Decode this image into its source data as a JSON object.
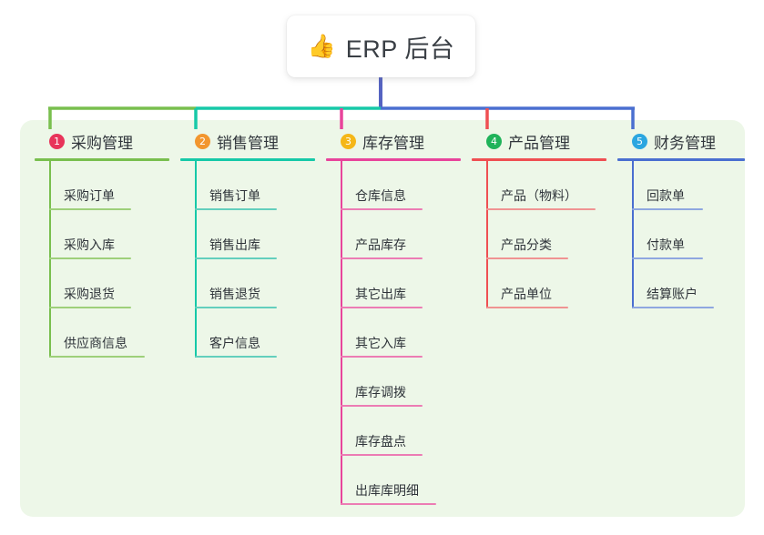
{
  "root": {
    "icon": "thumbs-up-icon",
    "icon_glyph": "👍",
    "title": "ERP 后台"
  },
  "theme": {
    "page_background": "#ffffff",
    "panel_background": "#edf7e8",
    "root_text": "#3a3f45",
    "trunk_color": "#5563c1"
  },
  "columns": [
    {
      "number": "1",
      "title": "采购管理",
      "badge_color": "#e8345a",
      "line_color": "#79bf4e",
      "leaf_line_color": "#9ed07a",
      "items": [
        "采购订单",
        "采购入库",
        "采购退货",
        "供应商信息"
      ]
    },
    {
      "number": "2",
      "title": "销售管理",
      "badge_color": "#f2962e",
      "line_color": "#16c9a8",
      "leaf_line_color": "#63cfbd",
      "items": [
        "销售订单",
        "销售出库",
        "销售退货",
        "客户信息"
      ]
    },
    {
      "number": "3",
      "title": "库存管理",
      "badge_color": "#f5b718",
      "line_color": "#e8449b",
      "leaf_line_color": "#ec7cb4",
      "items": [
        "仓库信息",
        "产品库存",
        "其它出库",
        "其它入库",
        "库存调拨",
        "库存盘点",
        "出库库明细"
      ]
    },
    {
      "number": "4",
      "title": "产品管理",
      "badge_color": "#20b35a",
      "line_color": "#ef4f52",
      "leaf_line_color": "#f09392",
      "items": [
        "产品（物料）",
        "产品分类",
        "产品单位"
      ]
    },
    {
      "number": "5",
      "title": "财务管理",
      "badge_color": "#2ba6e0",
      "line_color": "#4a6fd0",
      "leaf_line_color": "#8fa7e0",
      "items": [
        "回款单",
        "付款单",
        "结算账户"
      ]
    }
  ]
}
